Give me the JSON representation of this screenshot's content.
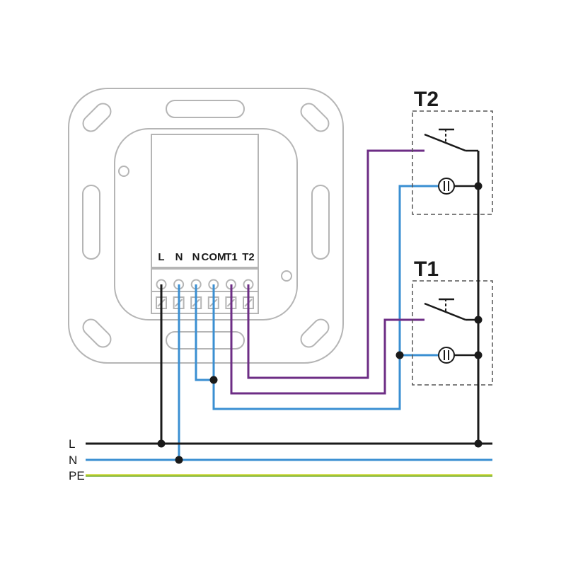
{
  "device": {
    "terminals": [
      {
        "key": "L",
        "label": "L",
        "wire_color": "#1a1a1a"
      },
      {
        "key": "N1",
        "label": "N",
        "wire_color": "#3a8fd2"
      },
      {
        "key": "N2",
        "label": "N",
        "wire_color": "#3a8fd2"
      },
      {
        "key": "COM",
        "label": "COM",
        "wire_color": "#3a8fd2"
      },
      {
        "key": "T1",
        "label": "T1",
        "wire_color": "#6d2d85"
      },
      {
        "key": "T2",
        "label": "T2",
        "wire_color": "#6d2d85"
      }
    ]
  },
  "switches": [
    {
      "key": "T2",
      "label": "T2"
    },
    {
      "key": "T1",
      "label": "T1"
    }
  ],
  "buses": [
    {
      "key": "L",
      "label": "L",
      "color": "#1a1a1a"
    },
    {
      "key": "N",
      "label": "N",
      "color": "#3a8fd2"
    },
    {
      "key": "PE",
      "label": "PE",
      "color": "#c8d630",
      "stripe_color": "#4a9a3a"
    }
  ],
  "colors": {
    "line": "#1a1a1a",
    "neutral": "#3a8fd2",
    "signal": "#6d2d85",
    "device_outline": "#b5b5b5",
    "dashed_box": "#555555"
  }
}
